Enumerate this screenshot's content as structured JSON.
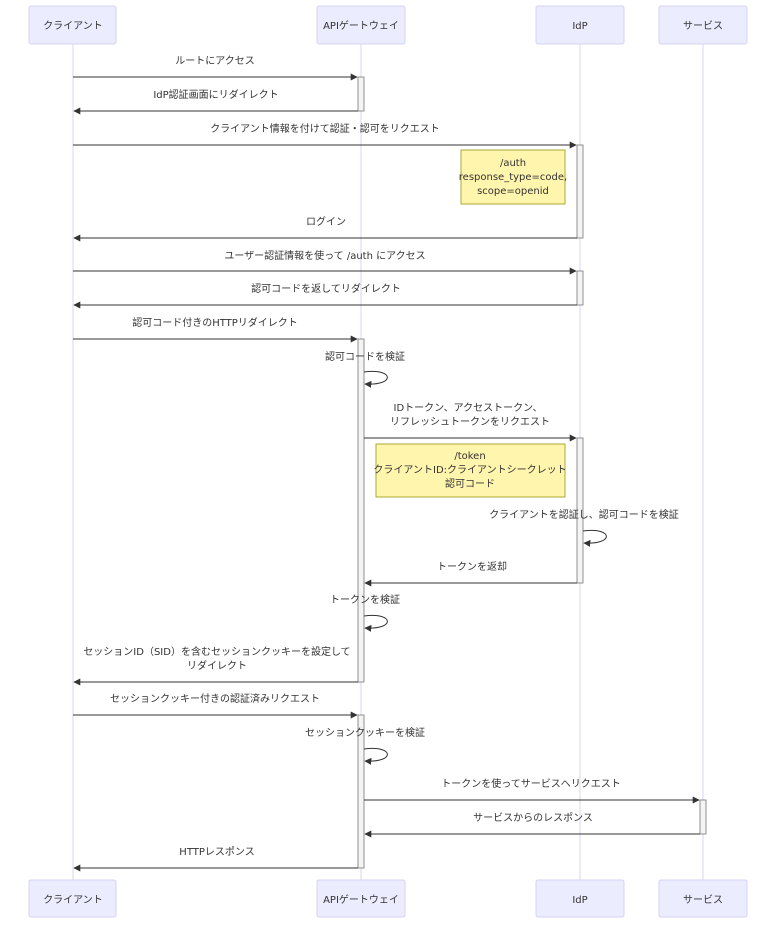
{
  "diagram": {
    "type": "sequence",
    "colors": {
      "actor_fill": "#ECECFF",
      "actor_border": "#D3D3F5",
      "note_fill": "#FFF5AD",
      "note_border": "#AAAA33",
      "line": "#333333"
    },
    "participants": [
      {
        "id": "client",
        "label": "クライアント"
      },
      {
        "id": "gw",
        "label": "APIゲートウェイ"
      },
      {
        "id": "idp",
        "label": "IdP"
      },
      {
        "id": "svc",
        "label": "サービス"
      }
    ],
    "messages": [
      {
        "from": "client",
        "to": "gw",
        "label": [
          "ルートにアクセス"
        ]
      },
      {
        "from": "gw",
        "to": "client",
        "label": [
          "IdP認証画面にリダイレクト"
        ]
      },
      {
        "from": "client",
        "to": "idp",
        "label": [
          "クライアント情報を付けて認証・認可をリクエスト"
        ]
      },
      {
        "from": "idp",
        "to": "client",
        "label": [
          "ログイン"
        ]
      },
      {
        "from": "client",
        "to": "idp",
        "label": [
          "ユーザー認証情報を使って /auth にアクセス"
        ]
      },
      {
        "from": "idp",
        "to": "client",
        "label": [
          "認可コードを返してリダイレクト"
        ]
      },
      {
        "from": "client",
        "to": "gw",
        "label": [
          "認可コード付きのHTTPリダイレクト"
        ]
      },
      {
        "from": "gw",
        "to": "gw",
        "label": [
          "認可コードを検証"
        ]
      },
      {
        "from": "gw",
        "to": "idp",
        "label": [
          "IDトークン、アクセストークン、",
          "リフレッシュトークンをリクエスト"
        ]
      },
      {
        "from": "idp",
        "to": "idp",
        "label": [
          "クライアントを認証し、認可コードを検証"
        ]
      },
      {
        "from": "idp",
        "to": "gw",
        "label": [
          "トークンを返却"
        ]
      },
      {
        "from": "gw",
        "to": "gw",
        "label": [
          "トークンを検証"
        ]
      },
      {
        "from": "gw",
        "to": "client",
        "label": [
          "セッションID（SID）を含むセッションクッキーを設定して",
          "リダイレクト"
        ]
      },
      {
        "from": "client",
        "to": "gw",
        "label": [
          "セッションクッキー付きの認証済みリクエスト"
        ]
      },
      {
        "from": "gw",
        "to": "gw",
        "label": [
          "セッションクッキーを検証"
        ]
      },
      {
        "from": "gw",
        "to": "svc",
        "label": [
          "トークンを使ってサービスへリクエスト"
        ]
      },
      {
        "from": "svc",
        "to": "gw",
        "label": [
          "サービスからのレスポンス"
        ]
      },
      {
        "from": "gw",
        "to": "client",
        "label": [
          "HTTPレスポンス"
        ]
      }
    ],
    "notes": [
      {
        "over": "idp",
        "lines": [
          "/auth",
          "response_type=code,",
          "scope=openid"
        ]
      },
      {
        "over": "idp",
        "lines": [
          "/token",
          "クライアントID:クライアントシークレット",
          "認可コード"
        ]
      }
    ]
  }
}
